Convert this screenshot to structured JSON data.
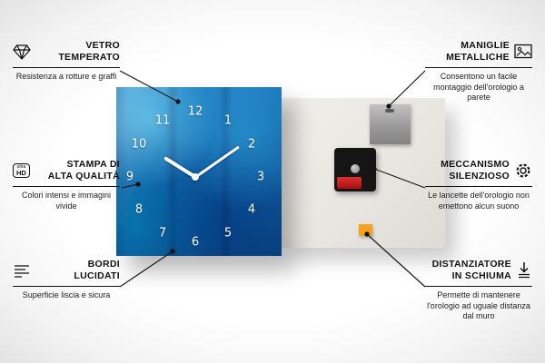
{
  "clock": {
    "numbers": {
      "n12": "12",
      "n1": "1",
      "n2": "2",
      "n3": "3",
      "n4": "4",
      "n5": "5",
      "n6": "6",
      "n7": "7",
      "n8": "8",
      "n9": "9",
      "n10": "10",
      "n11": "11"
    }
  },
  "callouts": {
    "left": [
      {
        "icon": "diamond-icon",
        "title_lines": [
          "VETRO",
          "TEMPERATO"
        ],
        "desc": "Resistenza a rotture e graffi"
      },
      {
        "icon": "ultra-hd-icon",
        "icon_text_top": "ultra",
        "icon_text_bottom": "HD",
        "title_lines": [
          "STAMPA DI",
          "ALTA QUALITÀ"
        ],
        "desc": "Colori intensi e immagini vivide"
      },
      {
        "icon": "polished-edges-icon",
        "title_lines": [
          "BORDI",
          "LUCIDATI"
        ],
        "desc": "Superficie liscia e sicura"
      }
    ],
    "right": [
      {
        "icon": "picture-frame-icon",
        "title_lines": [
          "MANIGLIE",
          "METALLICHE"
        ],
        "desc": "Consentono un facile montaggio dell'orologio a parete"
      },
      {
        "icon": "gear-icon",
        "title_lines": [
          "MECCANISMO",
          "SILENZIOSO"
        ],
        "desc": "Le lancette dell'orologio non emettono alcun suono"
      },
      {
        "icon": "down-arrow-icon",
        "title_lines": [
          "DISTANZIATORE",
          "IN SCHIUMA"
        ],
        "desc": "Permette di mantenere l'orologio ad uguale distanza dal muro"
      }
    ]
  },
  "colors": {
    "panel_blue": "#1262a8",
    "foam_orange": "#f6a21c",
    "battery_red": "#c81414",
    "line": "#111111"
  }
}
